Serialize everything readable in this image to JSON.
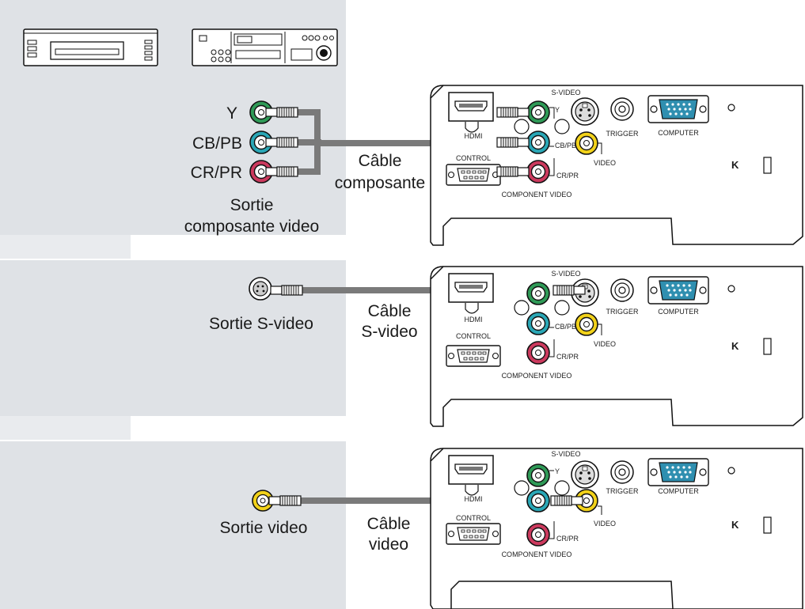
{
  "sources": {
    "panel1": {
      "y_label": "Y",
      "cb_label": "CB/PB",
      "cr_label": "CR/PR",
      "output_line1": "Sortie",
      "output_line2": "composante video",
      "cable_line1": "Câble",
      "cable_line2": "composante"
    },
    "panel2": {
      "output_label": "Sortie S-video",
      "cable_line1": "Câble",
      "cable_line2": "S-video"
    },
    "panel3": {
      "output_label": "Sortie video",
      "cable_line1": "Câble",
      "cable_line2": "video"
    }
  },
  "projector": {
    "svideo": "S-VIDEO",
    "y": "Y",
    "cb": "CB/PB",
    "cr": "CR/PR",
    "trigger": "TRIGGER",
    "computer": "COMPUTER",
    "video": "VIDEO",
    "hdmi": "HDMI",
    "control": "CONTROL",
    "component_video": "COMPONENT VIDEO"
  },
  "colors": {
    "panel_bg": "#dfe2e6",
    "cable": "#7a7a7a",
    "rca_green": "#2f9a57",
    "rca_blue": "#2aa7b6",
    "rca_red": "#cc3a5e",
    "rca_yellow": "#f2d21a",
    "vga_blue": "#2f8fb0"
  }
}
